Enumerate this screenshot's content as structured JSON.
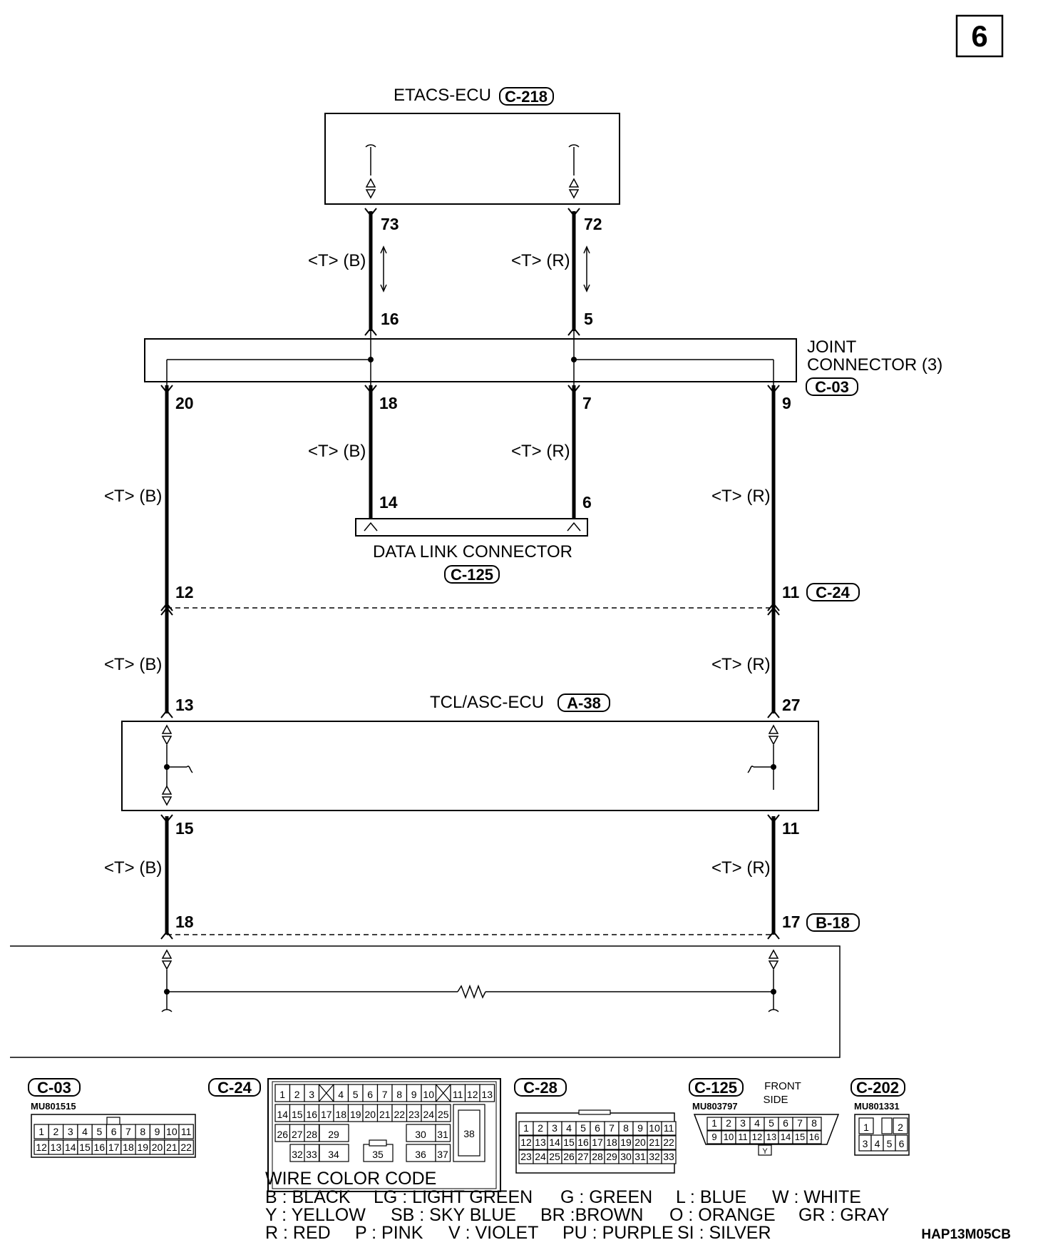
{
  "page_number": "6",
  "etacs": {
    "name": "ETACS-ECU",
    "connector": "C-218",
    "pin_left": "73",
    "pin_right": "72"
  },
  "joint": {
    "name_line1": "JOINT",
    "name_line2": "CONNECTOR (3)",
    "connector": "C-03",
    "pin_top_left": "16",
    "pin_top_right": "5",
    "pin_bot_1": "20",
    "pin_bot_2": "18",
    "pin_bot_3": "7",
    "pin_bot_4": "9"
  },
  "dlc": {
    "name": "DATA LINK CONNECTOR",
    "connector": "C-125",
    "pin_left": "14",
    "pin_right": "6"
  },
  "inline1": {
    "connector": "C-24",
    "pin_left": "12",
    "pin_right": "11"
  },
  "tcl": {
    "name": "TCL/ASC-ECU",
    "connector": "A-38",
    "pin_in_left": "13",
    "pin_in_right": "27",
    "pin_out_left": "15",
    "pin_out_right": "11"
  },
  "inline2": {
    "connector": "B-18",
    "pin_left": "18",
    "pin_right": "17"
  },
  "wire_labels": {
    "black": "<T> (B)",
    "red": "<T> (R)"
  },
  "connector_views": {
    "c03": {
      "name": "C-03",
      "part": "MU801515"
    },
    "c24": {
      "name": "C-24"
    },
    "c28": {
      "name": "C-28"
    },
    "c125": {
      "name": "C-125",
      "part": "MU803797",
      "note_line1": "FRONT",
      "note_line2": "SIDE"
    },
    "c202": {
      "name": "C-202",
      "part": "MU801331"
    }
  },
  "wire_color_code": {
    "title": "WIRE COLOR CODE",
    "row1": [
      "B : BLACK",
      "LG : LIGHT GREEN",
      "G : GREEN",
      "L : BLUE",
      "W : WHITE"
    ],
    "row2": [
      "Y : YELLOW",
      "SB : SKY BLUE",
      "BR :BROWN",
      "O : ORANGE",
      "GR : GRAY"
    ],
    "row3": [
      "R : RED",
      "P : PINK",
      "V : VIOLET",
      "PU : PURPLE",
      "SI : SILVER"
    ]
  },
  "figure_code": "HAP13M05CB"
}
